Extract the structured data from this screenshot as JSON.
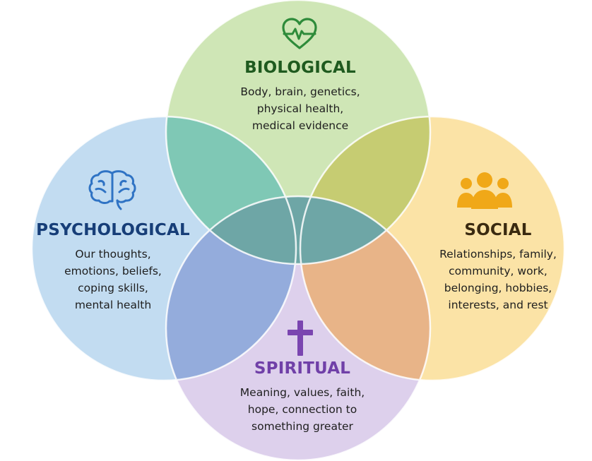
{
  "colors": {
    "biological_fill": "#cfe6b6",
    "psychological_fill": "#c2dcf1",
    "social_fill": "#fbe3a6",
    "spiritual_fill": "#ddd0ec",
    "bio_psy_overlap": "#7fc8b5",
    "bio_soc_overlap": "#c6cc72",
    "psy_spi_overlap": "#94acdc",
    "soc_spi_overlap": "#e8b488",
    "center_overlap": "#6ea6a6",
    "biological_text": "#1f5a1f",
    "psychological_text": "#173e78",
    "social_text": "#3a2a10",
    "spiritual_text": "#7040a8",
    "biological_icon": "#2e8b3a",
    "psychological_icon": "#2f73c4",
    "social_icon": "#f0a818",
    "spiritual_icon": "#7a45b0"
  },
  "icons": {
    "biological": "heart-pulse-icon",
    "psychological": "brain-icon",
    "social": "people-group-icon",
    "spiritual": "cross-icon"
  },
  "biological": {
    "title": "BIOLOGICAL",
    "lines": [
      "Body, brain, genetics,",
      "physical health,",
      "medical evidence"
    ]
  },
  "psychological": {
    "title": "PSYCHOLOGICAL",
    "lines": [
      "Our thoughts,",
      "emotions, beliefs,",
      "coping skills,",
      "mental health"
    ]
  },
  "social": {
    "title": "SOCIAL",
    "lines": [
      "Relationships, family,",
      "community, work,",
      "belonging, hobbies,",
      "interests, and rest"
    ]
  },
  "spiritual": {
    "title": "SPIRITUAL",
    "lines": [
      "Meaning, values, faith,",
      "hope, connection to",
      "something greater"
    ]
  }
}
